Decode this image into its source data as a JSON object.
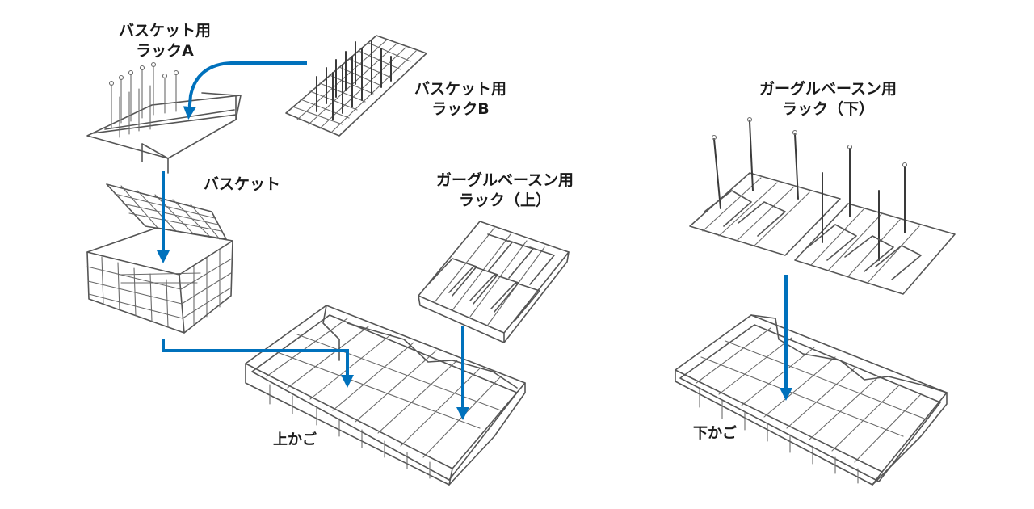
{
  "labels": {
    "basket_rack_a": {
      "line1": "バスケット用",
      "line2": "ラックA"
    },
    "basket_rack_b": {
      "line1": "バスケット用",
      "line2": "ラックB"
    },
    "basket": "バスケット",
    "gargle_rack_upper": {
      "line1": "ガーグルベースン用",
      "line2": "ラック（上）"
    },
    "upper_basket": "上かご",
    "gargle_rack_lower": {
      "line1": "ガーグルベースン用",
      "line2": "ラック（下）"
    },
    "lower_basket": "下かご"
  },
  "colors": {
    "arrow": "#0071bc",
    "wire": "#555555",
    "text": "#1a1a1a"
  }
}
